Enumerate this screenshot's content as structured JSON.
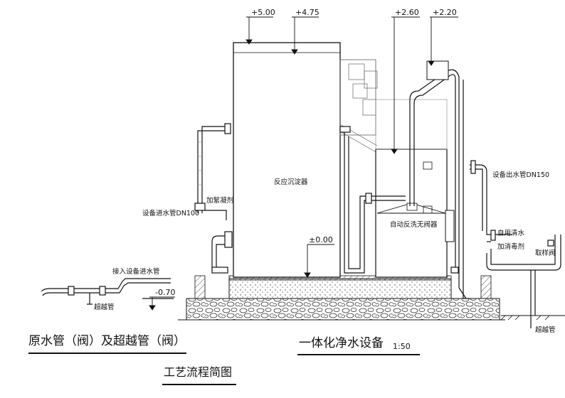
{
  "elevations": {
    "top_tank": "+5.00",
    "top_weir": "+4.75",
    "filter_top": "+2.60",
    "outlet_top": "+2.20",
    "ground": "±0.00",
    "buried": "-0.70"
  },
  "labels": {
    "reaction_tank": "反应沉淀器",
    "filter": "自动反洗无阀器",
    "pac_dosing": "加絮凝剂",
    "inlet_pipe": "设备进水管DN100",
    "outlet_pipe": "设备出水管DN150",
    "backwash_clear": "自用清水",
    "disinfectant": "加消毒剂",
    "sampling_valve": "取样阀",
    "bypass_right": "超越管",
    "connect_inlet": "接入设备进水管",
    "bypass_left": "超越管"
  },
  "titles": {
    "left": "原水管（阀）及超越管（阀）",
    "center": "一体化净水设备",
    "scale": "1:50",
    "bottom": "工艺流程简图"
  }
}
